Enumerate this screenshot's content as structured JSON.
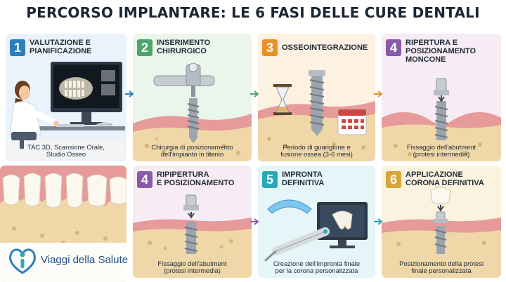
{
  "title": "PERCORSO IMPLANTARE: LE 6 FASI DELLE CURE DENTALI",
  "logo": {
    "text": "Viaggi della Salute"
  },
  "colors": {
    "blue": "#2b7fbf",
    "green": "#4ea66a",
    "orange": "#e8912b",
    "purple": "#8a5aa8",
    "teal": "#2aa8b8",
    "gold": "#d9a43a",
    "gum": "#e79a9a",
    "bone": "#f0d7a8"
  },
  "panels": [
    {
      "number": "1",
      "title": "Valutazione e\nPianificazione",
      "caption": "TAC 3D, Scansione Orale,\nStudio Osseo"
    },
    {
      "number": "2",
      "title": "Inserimento\nChirurgico",
      "caption": "Chirurgia di posizionamento\ndell'impianto in titanio"
    },
    {
      "number": "3",
      "title": "Osseointegrazione",
      "caption": "Periodo di guarigione e\nfusione ossea (3-6 mesi)"
    },
    {
      "number": "4",
      "title": "Ripertura e\nPosizionamento\nMoncone",
      "caption": "Fissaggio dell'abutment\n(protesi intermedia)"
    },
    {
      "number": "4",
      "title": "Ripipertura\ne Posizionamento",
      "caption": "Fissaggio dell'abutment\n(protesi intermedia)"
    },
    {
      "number": "5",
      "title": "Impronta\nDefinitiva",
      "caption": "Creazione dell'impronta finale\nper la corona personalizzata"
    },
    {
      "number": "6",
      "title": "Applicazione\nCorona Definitiva",
      "caption": "Posizionamento della protesi\nfinale personalizzata"
    }
  ]
}
